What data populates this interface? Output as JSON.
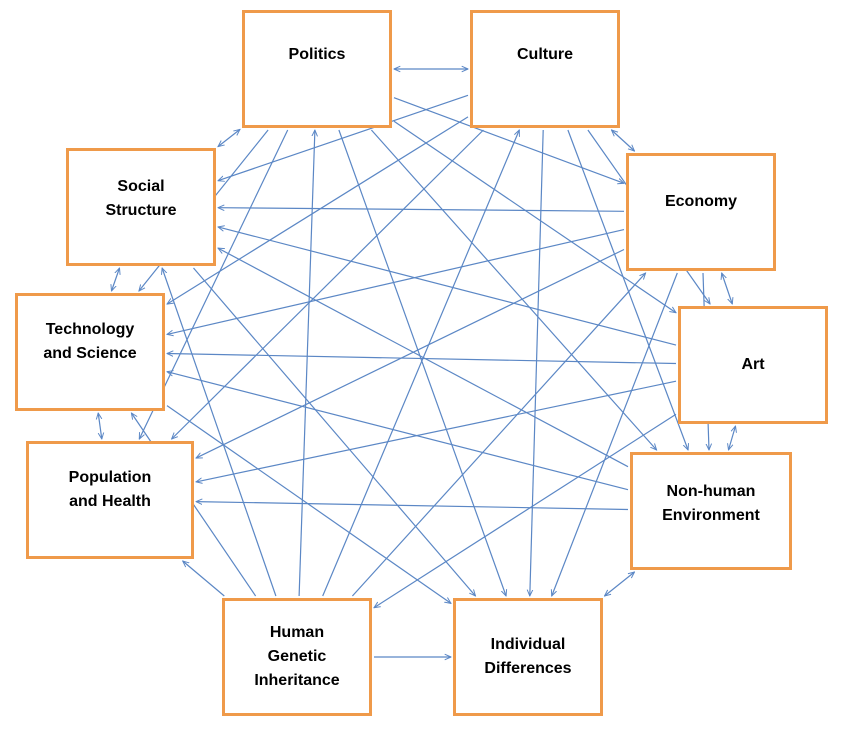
{
  "diagram": {
    "line_color": "#5b87c5",
    "border_color": "#ef9a4a",
    "nodes": [
      {
        "id": "politics",
        "label": "Politics"
      },
      {
        "id": "culture",
        "label": "Culture"
      },
      {
        "id": "social-structure",
        "label": "Social\nStructure"
      },
      {
        "id": "economy",
        "label": "Economy"
      },
      {
        "id": "technology-and-science",
        "label": "Technology\nand Science"
      },
      {
        "id": "art",
        "label": "Art"
      },
      {
        "id": "population-and-health",
        "label": "Population\nand Health"
      },
      {
        "id": "non-human-environment",
        "label": "Non-human\nEnvironment"
      },
      {
        "id": "human-genetic-inheritance",
        "label": "Human\nGenetic\nInheritance"
      },
      {
        "id": "individual-differences",
        "label": "Individual\nDifferences"
      }
    ],
    "edges": [
      {
        "from": "politics",
        "to": "culture",
        "direction": "both"
      },
      {
        "from": "politics",
        "to": "social-structure",
        "direction": "both"
      },
      {
        "from": "culture",
        "to": "economy",
        "direction": "both"
      },
      {
        "from": "social-structure",
        "to": "technology-and-science",
        "direction": "both"
      },
      {
        "from": "economy",
        "to": "art",
        "direction": "both"
      },
      {
        "from": "technology-and-science",
        "to": "population-and-health",
        "direction": "both"
      },
      {
        "from": "art",
        "to": "non-human-environment",
        "direction": "both"
      },
      {
        "from": "population-and-health",
        "to": "human-genetic-inheritance",
        "direction": "to-from"
      },
      {
        "from": "non-human-environment",
        "to": "individual-differences",
        "direction": "both"
      },
      {
        "from": "human-genetic-inheritance",
        "to": "individual-differences",
        "direction": "to-target"
      },
      {
        "from": "politics",
        "to": "economy",
        "direction": "to-target"
      },
      {
        "from": "politics",
        "to": "art",
        "direction": "to-target"
      },
      {
        "from": "politics",
        "to": "non-human-environment",
        "direction": "to-target"
      },
      {
        "from": "politics",
        "to": "individual-differences",
        "direction": "to-target"
      },
      {
        "from": "politics",
        "to": "technology-and-science",
        "direction": "to-target"
      },
      {
        "from": "politics",
        "to": "population-and-health",
        "direction": "to-target"
      },
      {
        "from": "culture",
        "to": "social-structure",
        "direction": "to-target"
      },
      {
        "from": "culture",
        "to": "technology-and-science",
        "direction": "to-target"
      },
      {
        "from": "culture",
        "to": "population-and-health",
        "direction": "to-target"
      },
      {
        "from": "culture",
        "to": "individual-differences",
        "direction": "to-target"
      },
      {
        "from": "culture",
        "to": "non-human-environment",
        "direction": "to-target"
      },
      {
        "from": "culture",
        "to": "art",
        "direction": "to-target"
      },
      {
        "from": "economy",
        "to": "social-structure",
        "direction": "to-target"
      },
      {
        "from": "economy",
        "to": "technology-and-science",
        "direction": "to-target"
      },
      {
        "from": "economy",
        "to": "population-and-health",
        "direction": "to-target"
      },
      {
        "from": "economy",
        "to": "non-human-environment",
        "direction": "to-target"
      },
      {
        "from": "economy",
        "to": "individual-differences",
        "direction": "to-target"
      },
      {
        "from": "art",
        "to": "social-structure",
        "direction": "to-target"
      },
      {
        "from": "art",
        "to": "technology-and-science",
        "direction": "to-target"
      },
      {
        "from": "art",
        "to": "population-and-health",
        "direction": "to-target"
      },
      {
        "from": "art",
        "to": "human-genetic-inheritance",
        "direction": "to-target"
      },
      {
        "from": "non-human-environment",
        "to": "population-and-health",
        "direction": "to-target"
      },
      {
        "from": "non-human-environment",
        "to": "technology-and-science",
        "direction": "to-target"
      },
      {
        "from": "non-human-environment",
        "to": "social-structure",
        "direction": "to-target"
      },
      {
        "from": "social-structure",
        "to": "individual-differences",
        "direction": "to-target"
      },
      {
        "from": "technology-and-science",
        "to": "individual-differences",
        "direction": "to-target"
      },
      {
        "from": "human-genetic-inheritance",
        "to": "politics",
        "direction": "to-target"
      },
      {
        "from": "human-genetic-inheritance",
        "to": "culture",
        "direction": "to-target"
      },
      {
        "from": "human-genetic-inheritance",
        "to": "social-structure",
        "direction": "to-target"
      },
      {
        "from": "human-genetic-inheritance",
        "to": "economy",
        "direction": "to-target"
      },
      {
        "from": "human-genetic-inheritance",
        "to": "technology-and-science",
        "direction": "to-target"
      }
    ]
  }
}
